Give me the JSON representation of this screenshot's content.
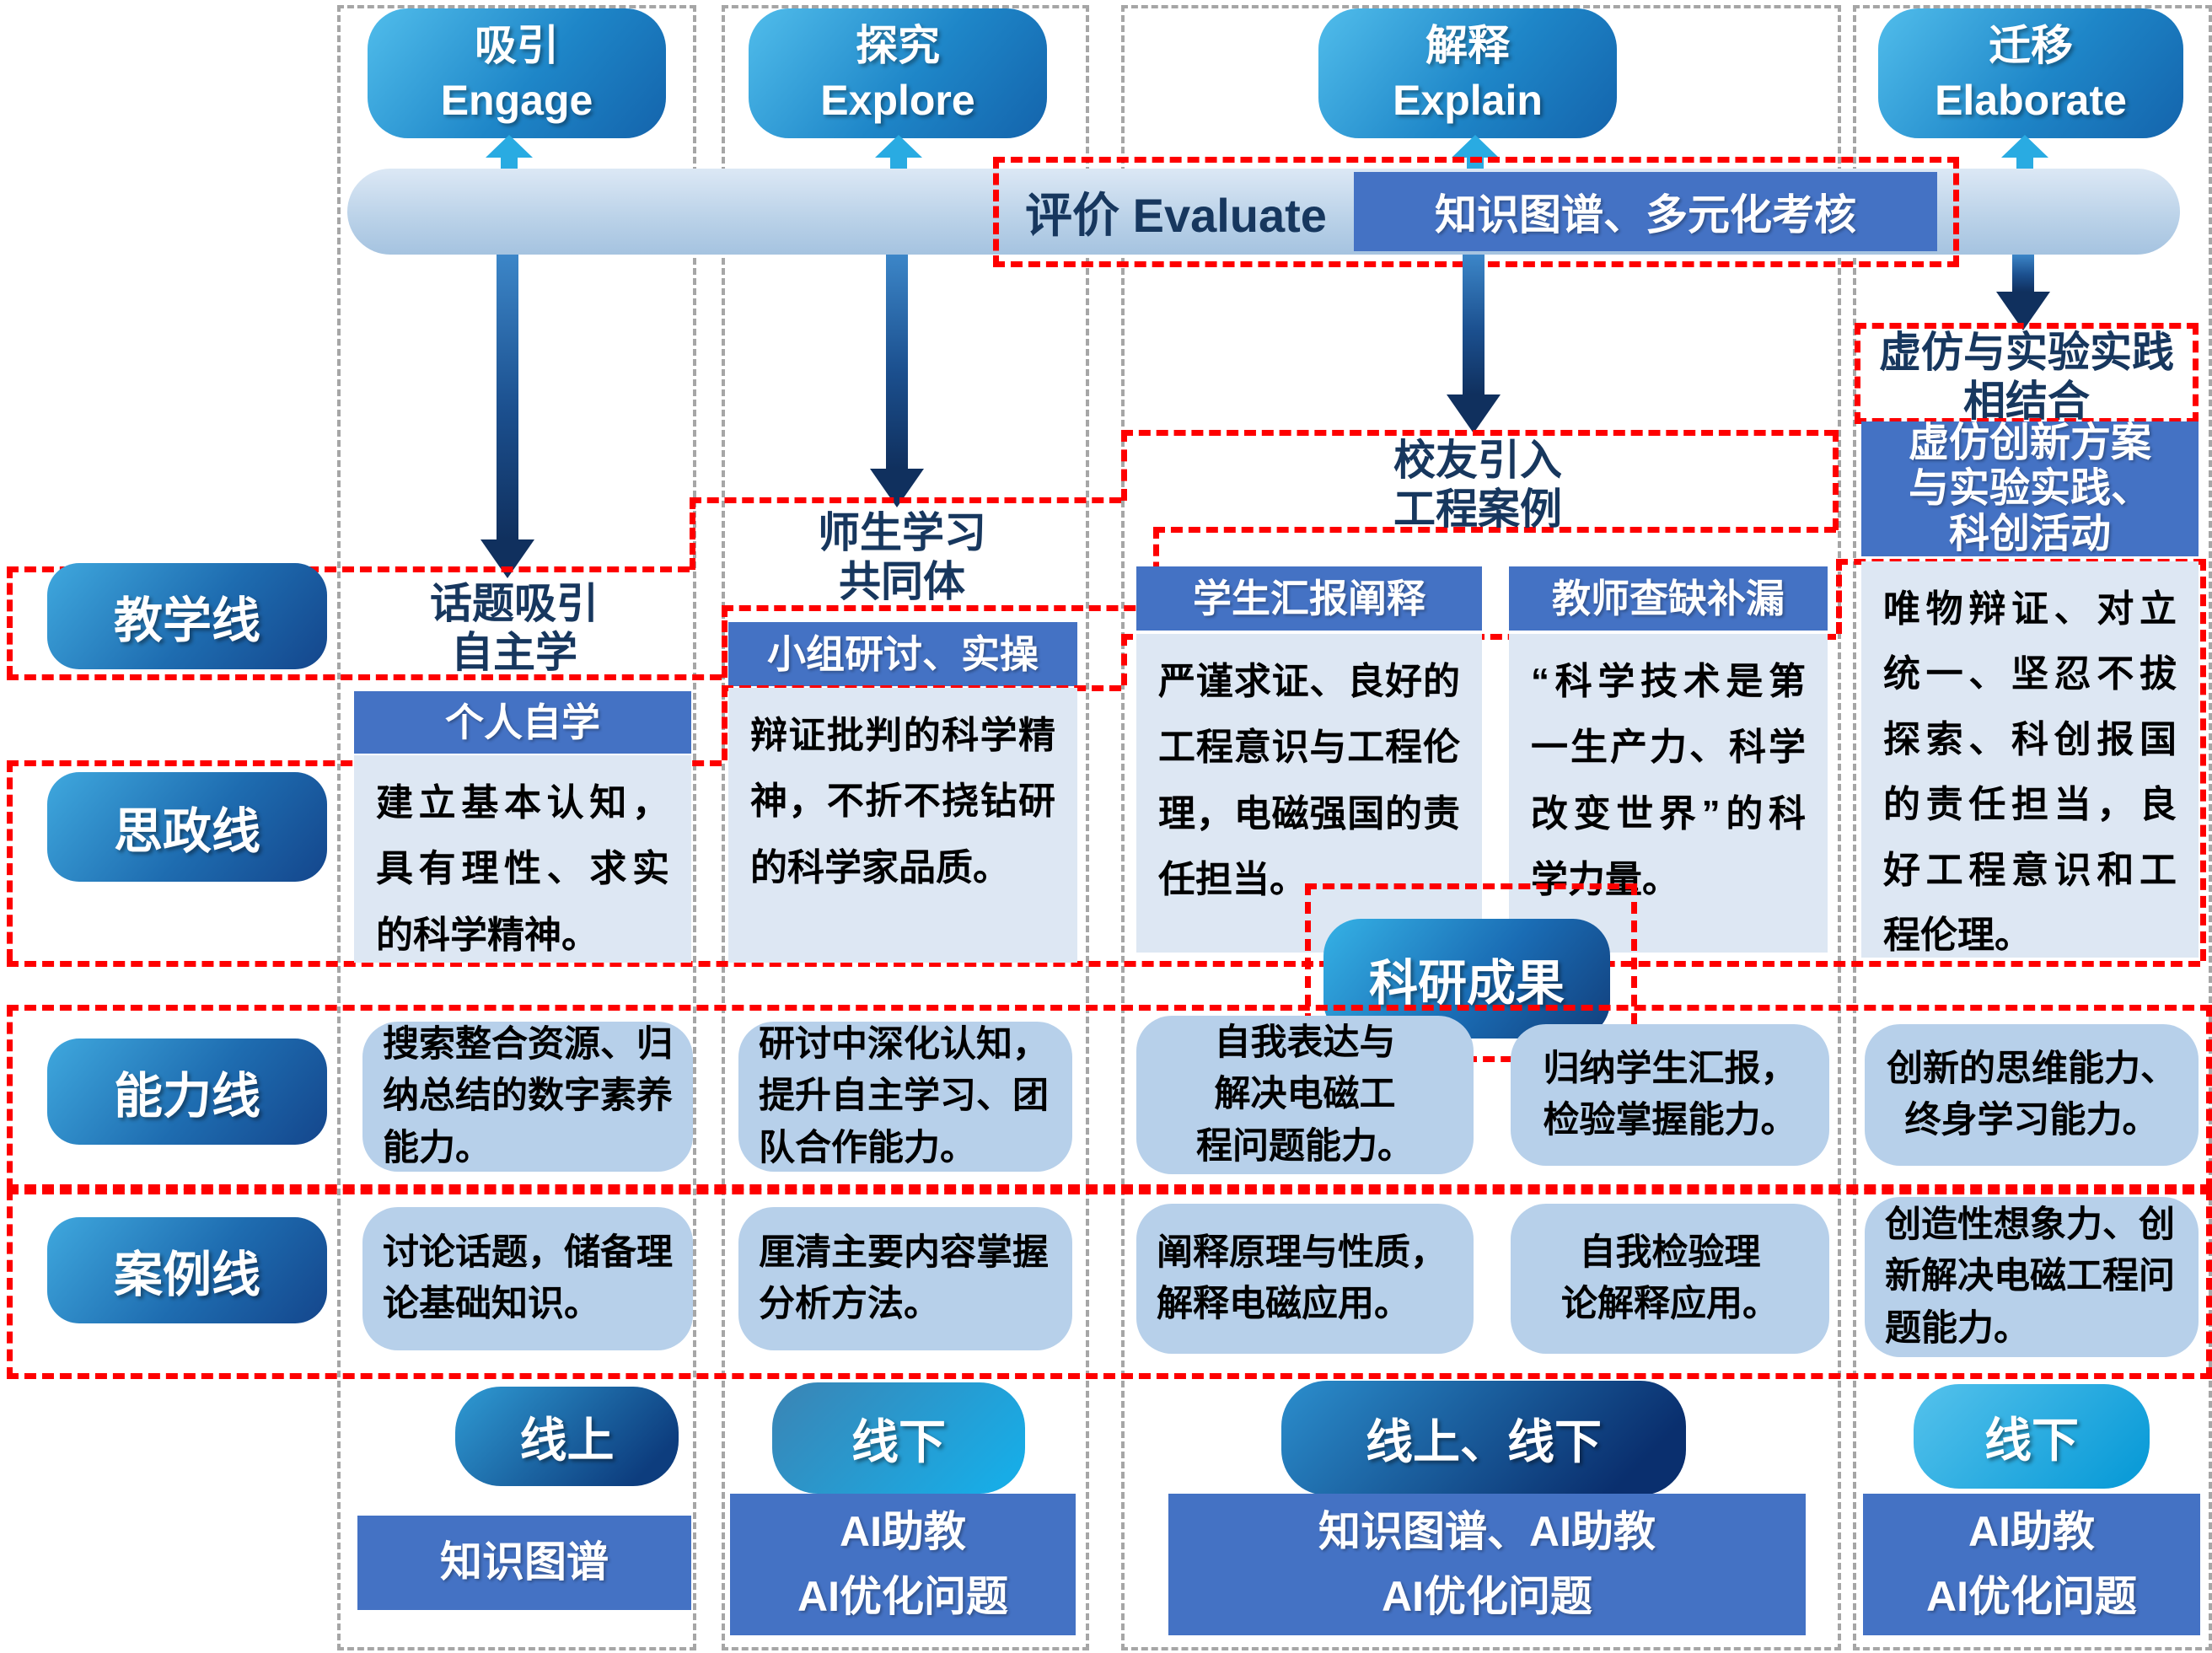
{
  "stages": [
    {
      "zh": "吸引",
      "en": "Engage"
    },
    {
      "zh": "探究",
      "en": "Explore"
    },
    {
      "zh": "解释",
      "en": "Explain"
    },
    {
      "zh": "迁移",
      "en": "Elaborate"
    }
  ],
  "evaluate": {
    "label": "评价 Evaluate",
    "method": "知识图谱、多元化考核"
  },
  "row_labels": {
    "teaching": "教学线",
    "ideology": "思政线",
    "ability": "能力线",
    "case": "案例线"
  },
  "teaching": {
    "c1": "话题吸引\n自主学",
    "c2": "师生学习\n共同体",
    "c3": "校友引入\n工程案例",
    "c4": "虚仿与实验实践\n相结合",
    "h1": "个人自学",
    "h2": "小组研讨、实操",
    "h3a": "学生汇报阐释",
    "h3b": "教师查缺补漏",
    "h4": "虚仿创新方案\n与实验实践、\n科创活动"
  },
  "ideology": {
    "c1": "建立基本认知，具有理性、求实的科学精神。",
    "c2": "辩证批判的科学精神，不折不挠钻研的科学家品质。",
    "c3a": "严谨求证、良好的工程意识与工程伦理，电磁强国的责任担当。",
    "c3b": "“科学技术是第一生产力、科学改变世界”的科学力量。",
    "c4": "唯物辩证、对立统一、坚忍不拔探索、科创报国的责任担当，良好工程意识和工程伦理。"
  },
  "research_badge": "科研成果",
  "ability": {
    "c1": "搜索整合资源、归纳总结的数字素养能力。",
    "c2": "研讨中深化认知，提升自主学习、团队合作能力。",
    "c3a": "自我表达与\n解决电磁工\n程问题能力。",
    "c3b": "归纳学生汇报，\n检验掌握能力。",
    "c4": "创新的思维能力、\n终身学习能力。"
  },
  "case": {
    "c1": "讨论话题，储备理论基础知识。",
    "c2": "厘清主要内容掌握分析方法。",
    "c3a": "阐释原理与性质，解释电磁应用。",
    "c3b": "自我检验理\n论解释应用。",
    "c4": "创造性想象力、创新解决电磁工程问题能力。"
  },
  "modes": {
    "c1": "线上",
    "c2": "线下",
    "c3": "线上、线下",
    "c4": "线下"
  },
  "tools": {
    "c1": "知识图谱",
    "c2": "AI助教\nAI优化问题",
    "c3": "知识图谱、AI助教\nAI优化问题",
    "c4": "AI助教\nAI优化问题"
  },
  "colors": {
    "accent_blue": "#4472c4",
    "navy_text": "#17375e",
    "cyan": "#29abe2",
    "red_dashed": "#fe0000",
    "gray_dashed": "#a6a6a6",
    "light_body": "#dde7f3",
    "round_box": "#b7d0ea"
  }
}
